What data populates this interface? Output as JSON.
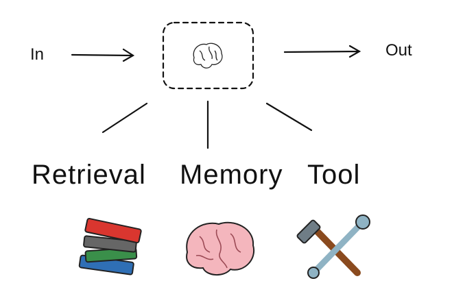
{
  "flow": {
    "input_label": "In",
    "output_label": "Out"
  },
  "components": [
    {
      "label": "Retrieval",
      "icon": "books-icon"
    },
    {
      "label": "Memory",
      "icon": "brain-icon"
    },
    {
      "label": "Tool",
      "icon": "hammer-wrench-icon"
    }
  ]
}
